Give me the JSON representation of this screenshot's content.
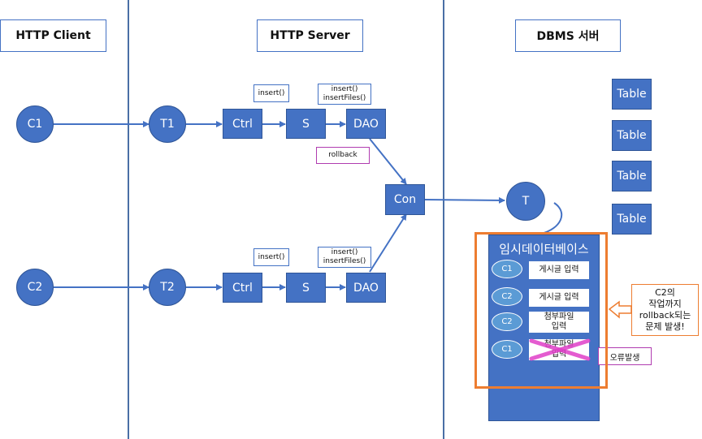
{
  "headers": {
    "http_client": "HTTP Client",
    "http_server": "HTTP Server",
    "dbms_server": "DBMS 서버"
  },
  "clients": {
    "c1": "C1",
    "c2": "C2"
  },
  "threads": {
    "t1": "T1",
    "t2": "T2"
  },
  "row1": {
    "ctrl": "Ctrl",
    "service": "S",
    "dao": "DAO",
    "note_insert": "insert()",
    "note_dao_line1": "insert()",
    "note_dao_line2": "insertFiles()",
    "note_rollback": "rollback"
  },
  "row2": {
    "ctrl": "Ctrl",
    "service": "S",
    "dao": "DAO",
    "note_insert": "insert()",
    "note_dao_line1": "insert()",
    "note_dao_line2": "insertFiles()"
  },
  "connection": "Con",
  "transaction": "T",
  "tables": [
    "Table",
    "Table",
    "Table",
    "Table"
  ],
  "temp_db": {
    "title": "임시데이터베이스",
    "ops": [
      {
        "client": "C1",
        "line1": "게시글 입력",
        "line2": ""
      },
      {
        "client": "C2",
        "line1": "게시글 입력",
        "line2": ""
      },
      {
        "client": "C2",
        "line1": "첨부파일",
        "line2": "입력"
      },
      {
        "client": "C1",
        "line1": "첨부파일",
        "line2": "입력"
      }
    ]
  },
  "error_label": "오류발생",
  "callout": {
    "line1": "C2의",
    "line2": "작업까지",
    "line3": "rollback되는",
    "line4": "문제 발생!"
  },
  "colors": {
    "node_blue": "#4472c4",
    "line_blue": "#4472c4",
    "highlight_orange": "#ed7d31",
    "cross_magenta": "#e040c8",
    "note_border_purple": "#b03cb0"
  }
}
